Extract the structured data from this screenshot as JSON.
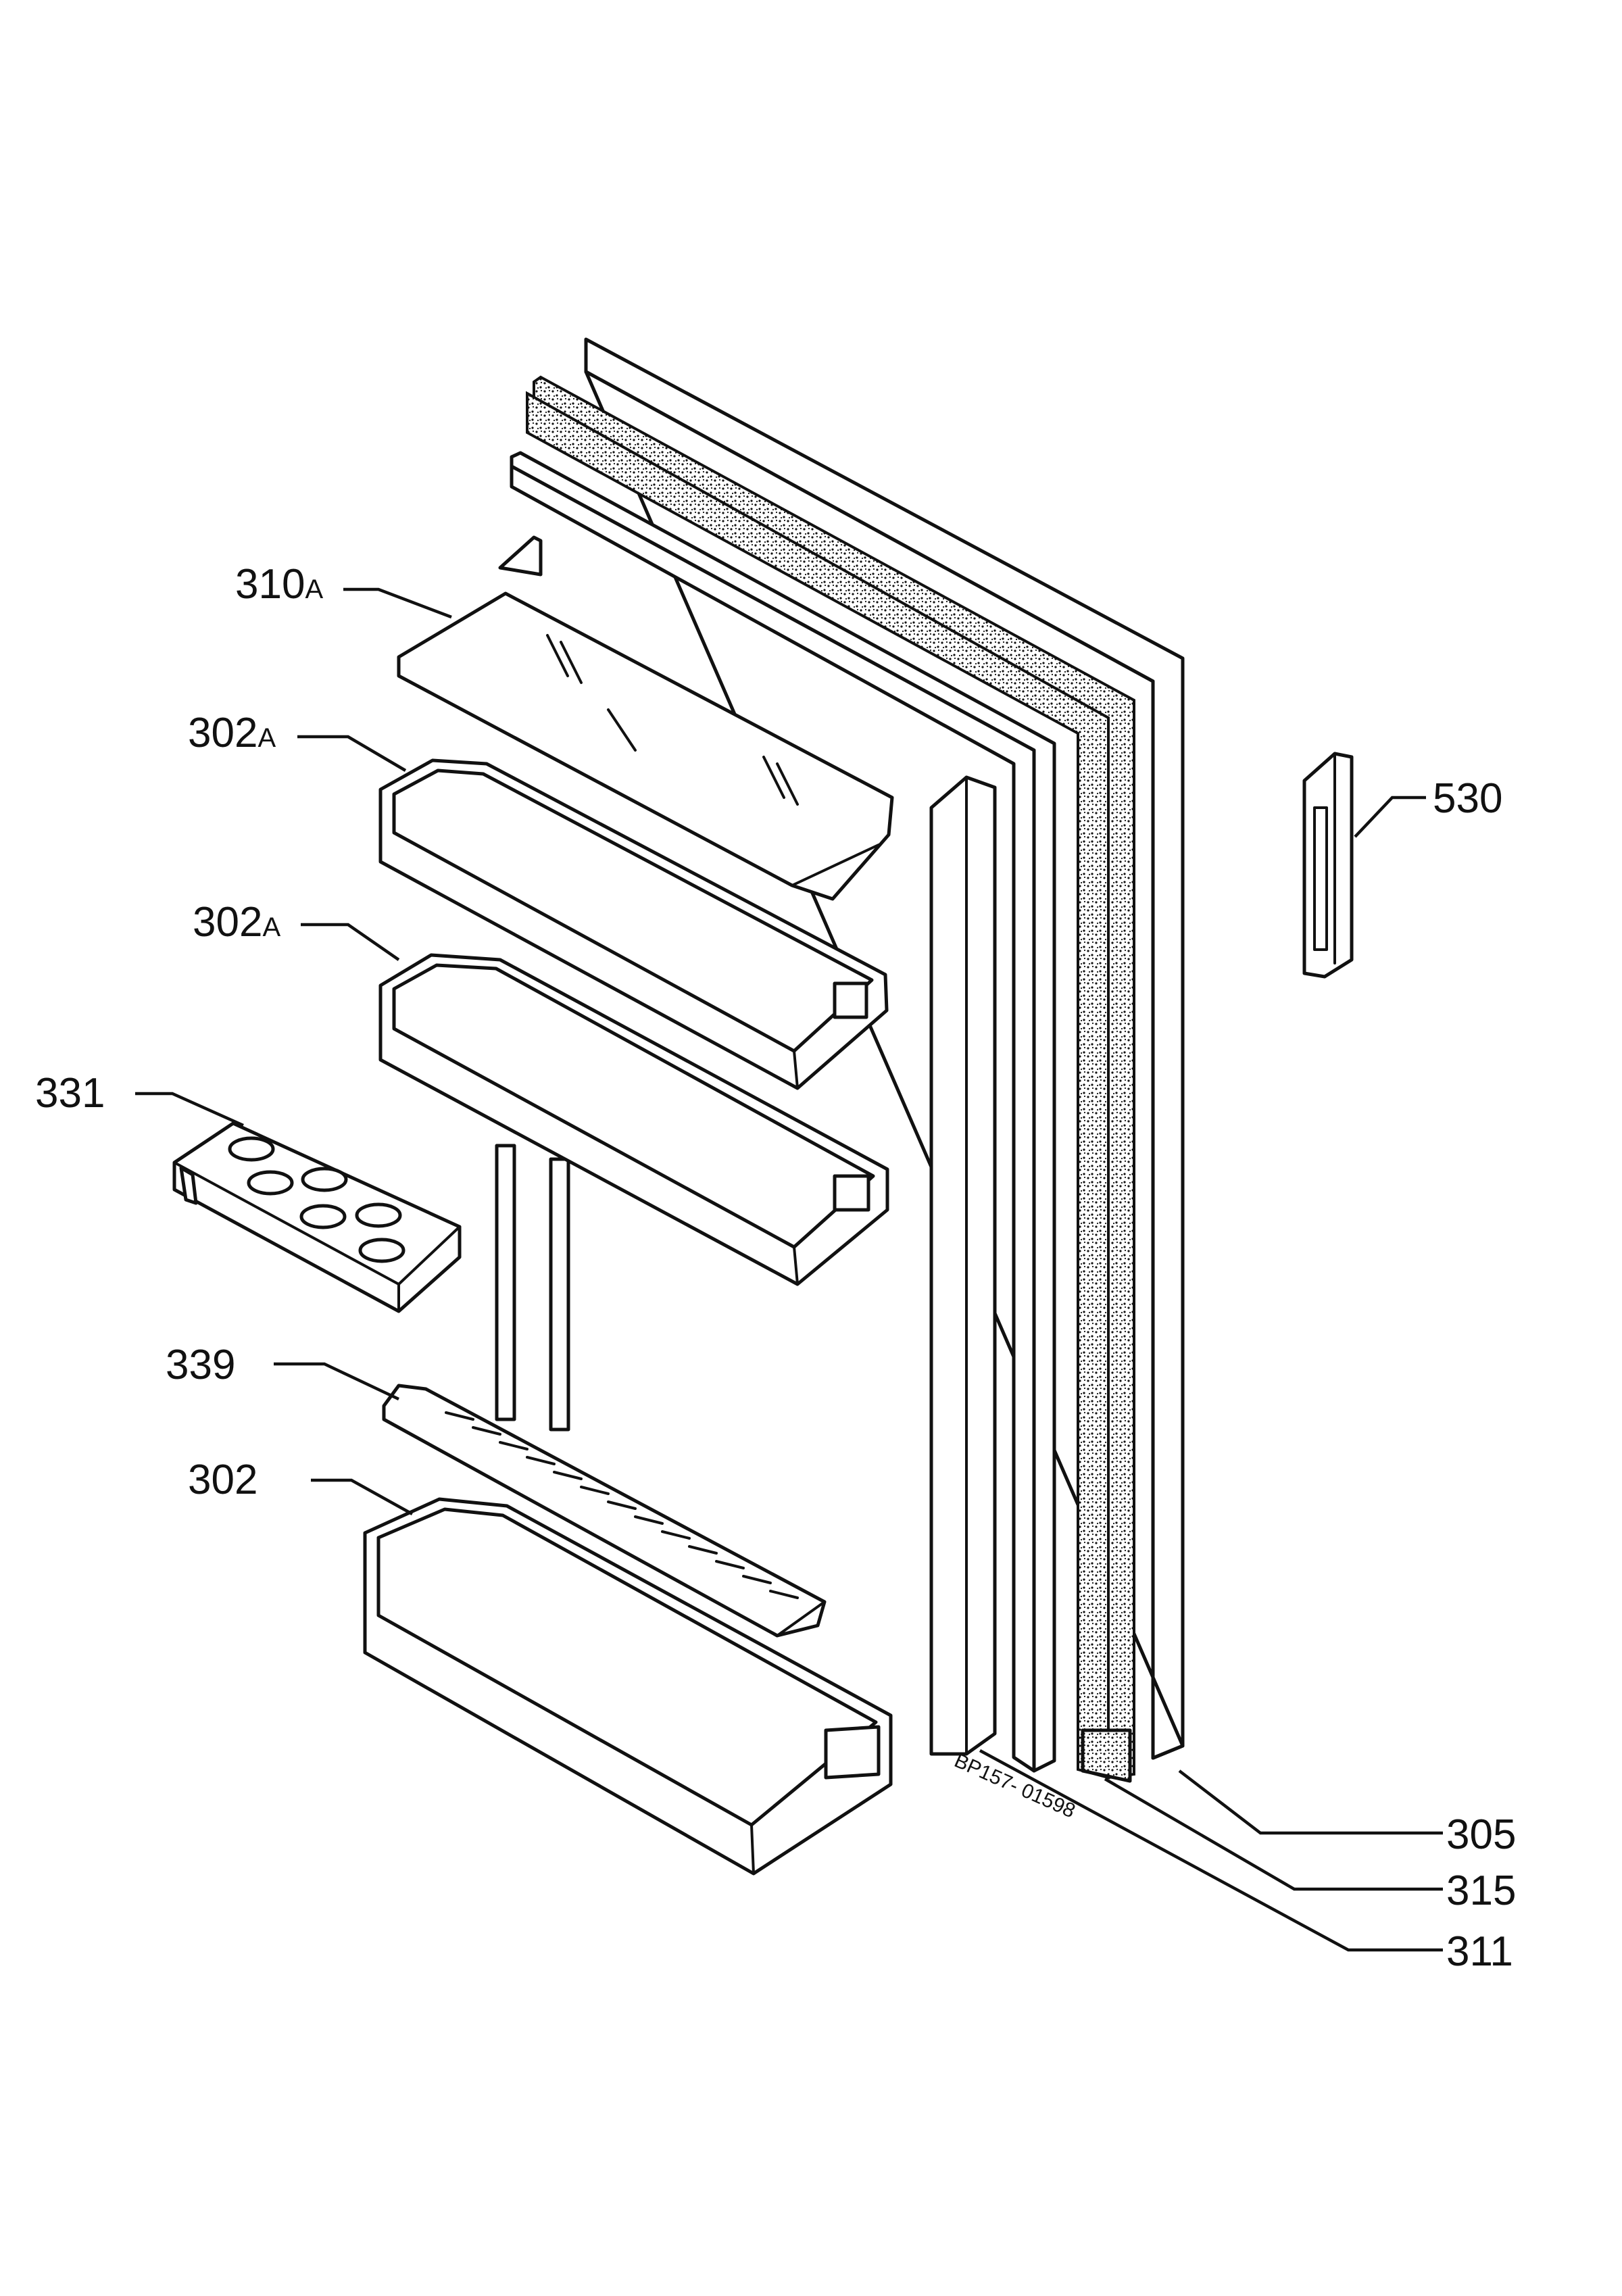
{
  "parts": {
    "p310A": {
      "number": "310",
      "suffix": "A"
    },
    "p302A_upper": {
      "number": "302",
      "suffix": "A"
    },
    "p302A_lower": {
      "number": "302",
      "suffix": "A"
    },
    "p331": {
      "number": "331"
    },
    "p339": {
      "number": "339"
    },
    "p302": {
      "number": "302"
    },
    "p530": {
      "number": "530"
    },
    "p305": {
      "number": "305"
    },
    "p315": {
      "number": "315"
    },
    "p311": {
      "number": "311"
    }
  },
  "drawing_code": "BP157- 01598"
}
